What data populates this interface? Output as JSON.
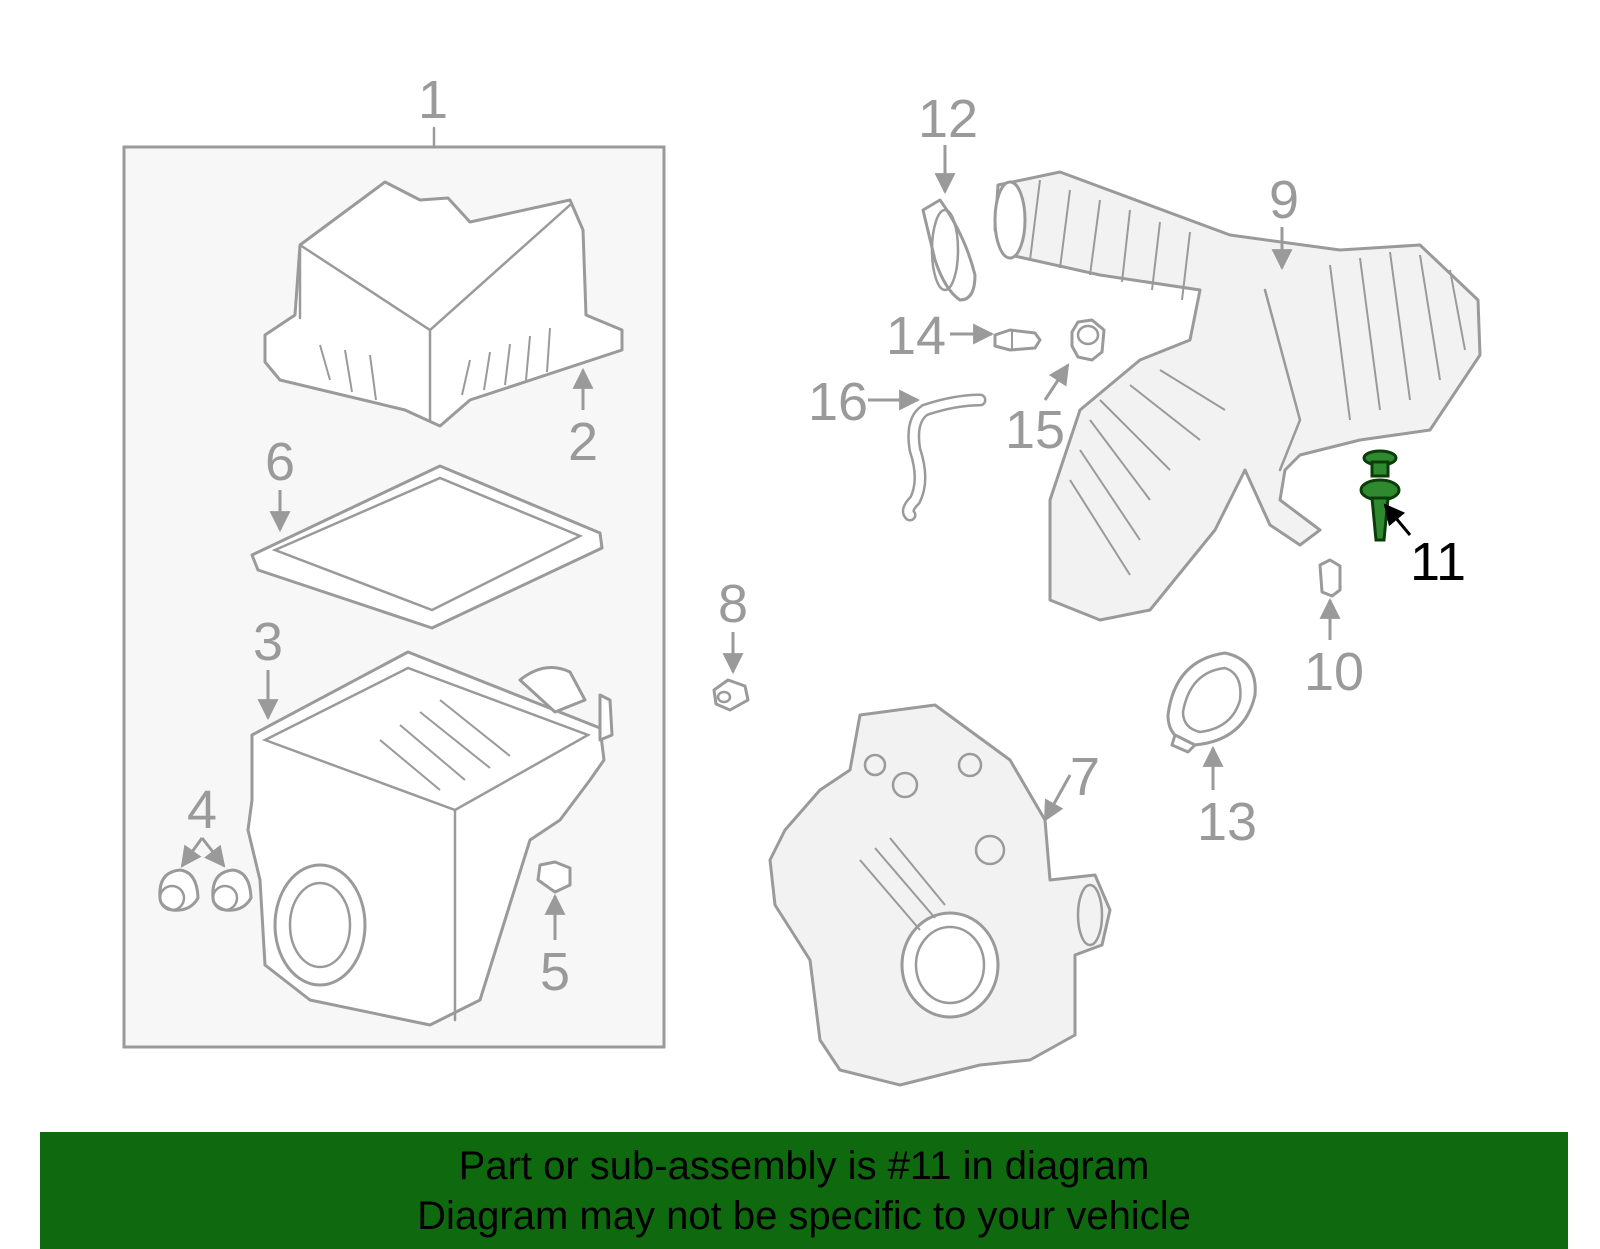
{
  "callouts": {
    "c1": "1",
    "c2": "2",
    "c3": "3",
    "c4": "4",
    "c5": "5",
    "c6": "6",
    "c7": "7",
    "c8": "8",
    "c9": "9",
    "c10": "10",
    "c11": "11",
    "c12": "12",
    "c13": "13",
    "c14": "14",
    "c15": "15",
    "c16": "16"
  },
  "highlighted_part": "11",
  "colors": {
    "line": "#9a9a9a",
    "highlight_part": "#2f8a2f",
    "banner_bg": "#0f6a0f",
    "banner_text": "#000000"
  },
  "banner": {
    "line1": "Part or sub-assembly is #11 in diagram",
    "line2": "Diagram may not be specific to your vehicle"
  }
}
